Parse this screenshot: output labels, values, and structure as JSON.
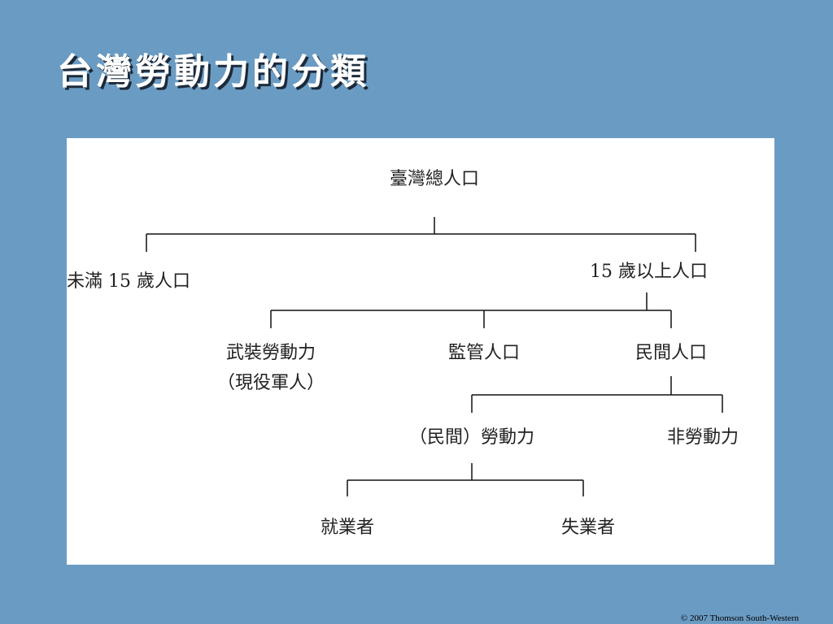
{
  "slide": {
    "title": "台灣勞動力的分類",
    "copyright": "© 2007 Thomson South-Western"
  },
  "diagram": {
    "root": "臺灣總人口",
    "under15": "未滿 15 歲人口",
    "over15": "15 歲以上人口",
    "armed_forces_line1": "武裝勞動力",
    "armed_forces_line2": "（現役軍人）",
    "institutional": "監管人口",
    "civilian": "民間人口",
    "civilian_labor_force": "（民間）勞動力",
    "not_in_labor_force": "非勞動力",
    "employed": "就業者",
    "unemployed": "失業者"
  }
}
